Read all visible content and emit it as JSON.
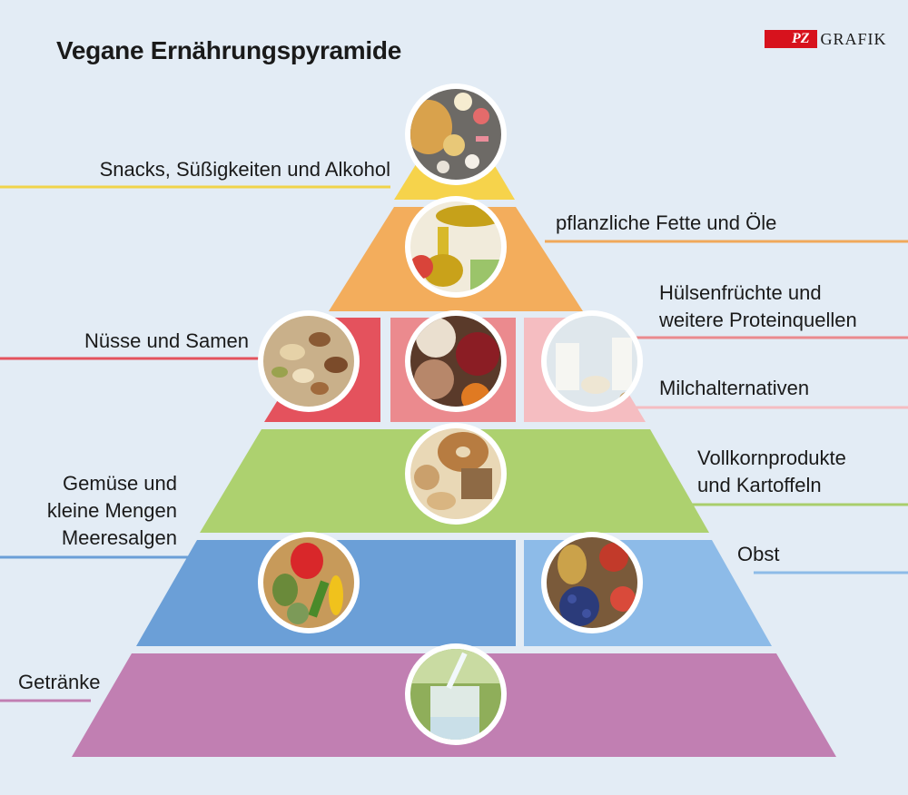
{
  "title": "Vegane Ernährungspyramide",
  "logo": {
    "badge": "PZ",
    "text": "GRAFIK"
  },
  "tiers": [
    {
      "id": "snacks",
      "label": "Snacks, Süßigkeiten und Alkohol",
      "color": "#f6d34b",
      "icon": "snacks-food-icon"
    },
    {
      "id": "fats",
      "label": "pflanzliche Fette und Öle",
      "color": "#f3ad5c",
      "icon": "oil-icon"
    },
    {
      "id": "nuts",
      "label": "Nüsse und Samen",
      "color": "#e4525d",
      "icon": "nuts-icon"
    },
    {
      "id": "legumes",
      "label_lines": [
        "Hülsenfrüchte und",
        "weitere Proteinquellen"
      ],
      "color": "#eb8a8e",
      "icon": "beans-icon"
    },
    {
      "id": "milk",
      "label": "Milchalternativen",
      "color": "#f5bdc1",
      "icon": "milk-icon"
    },
    {
      "id": "grains",
      "label_lines": [
        "Vollkornprodukte",
        "und Kartoffeln"
      ],
      "color": "#add16f",
      "icon": "bread-icon"
    },
    {
      "id": "veg",
      "label_lines": [
        "Gemüse und",
        "kleine Mengen",
        "Meeresalgen"
      ],
      "color": "#6b9fd7",
      "icon": "vegetables-icon"
    },
    {
      "id": "fruit",
      "label": "Obst",
      "color": "#8dbbe8",
      "icon": "fruit-icon"
    },
    {
      "id": "drinks",
      "label": "Getränke",
      "color": "#c17fb2",
      "icon": "water-glass-icon"
    }
  ],
  "leader_colors": {
    "snacks": "#f0d44a",
    "fats": "#f0a85a",
    "nuts": "#e4525d",
    "legumes": "#eb8a8e",
    "milk": "#f5bdc1",
    "grains": "#a9ce6c",
    "veg": "#6b9fd7",
    "fruit": "#8dbbe8",
    "drinks": "#c17fb2"
  }
}
